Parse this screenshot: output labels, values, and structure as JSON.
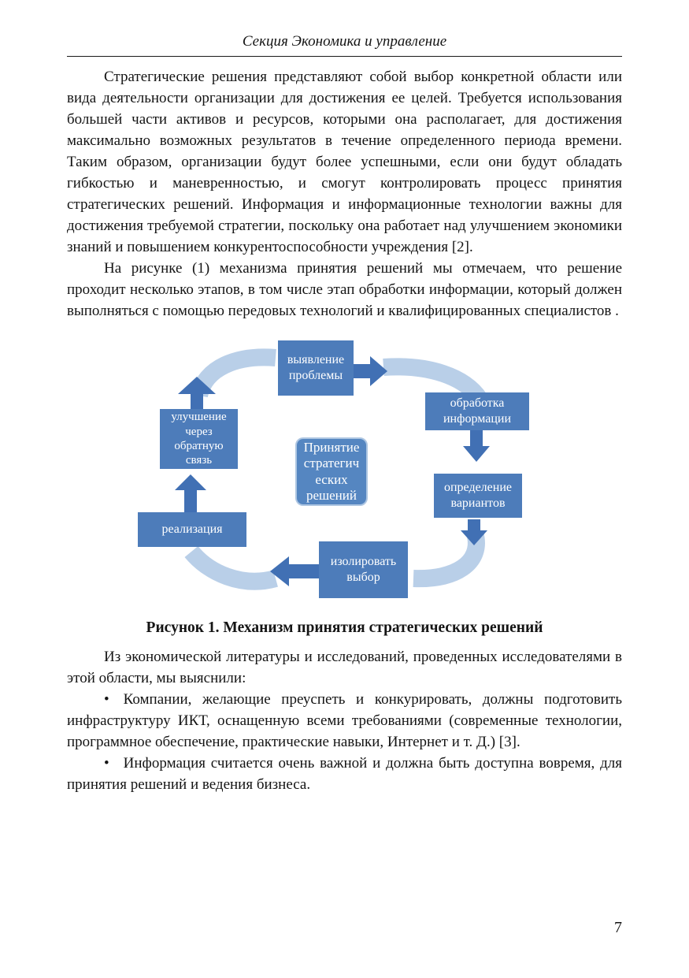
{
  "header": {
    "title": "Секция Экономика и управление"
  },
  "body": {
    "p1": "Стратегические решения представляют собой выбор конкретной области или вида деятельности организации для достижения ее целей. Требуется использования большей части активов и ресурсов, которыми она располагает, для достижения максимально возможных результатов в течение определенного периода времени. Таким образом, организации будут более успешными, если они будут обладать гибкостью и маневренностью, и смогут контролировать процесс принятия стратегических решений. Информация и информационные технологии важны для достижения требуемой стратегии, поскольку она работает над улучшением экономики знаний и повышением конкурентоспособности учреждения [2].",
    "p2": "На рисунке (1) механизма принятия решений мы отмечаем, что решение проходит несколько этапов, в том числе этап обработки информации, который должен выполняться с помощью передовых технологий и квалифицированных специалистов .",
    "p3": "Из экономической литературы и исследований, проведенных исследователями в этой области, мы выяснили:",
    "bullets": [
      {
        "glyph": "•",
        "text": "Компании, желающие преуспеть и конкурировать, должны подготовить инфраструктуру ИКТ, оснащенную всеми требованиями (современные технологии, программное обеспечение, практические навыки, Интернет и т. Д.) [3]."
      },
      {
        "glyph": "•",
        "text": "Информация считается очень важной и должна быть доступна вовремя, для принятия решений и ведения бизнеса."
      }
    ]
  },
  "figure": {
    "caption": "Рисунок 1.  Механизм принятия стратегических решений",
    "center": "Принятие стратегич еских решений",
    "nodes": {
      "identify": "выявление проблемы",
      "processing": "обработка информации",
      "options": "определение вариантов",
      "isolate": "изолировать выбор",
      "implement": "реализация",
      "feedback": "улучшение через обратную связь"
    },
    "colors": {
      "node": "#4d7cba",
      "arrow": "#4170b4",
      "arc": "#b9cfe8"
    }
  },
  "footer": {
    "page_number": "7"
  }
}
